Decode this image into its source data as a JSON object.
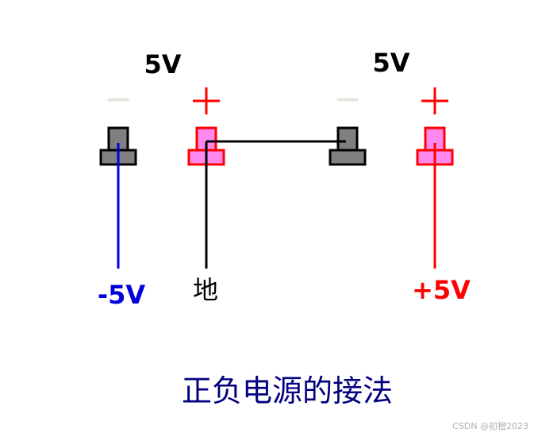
{
  "title": "正负电源的接法",
  "sources": [
    {
      "voltage": "5V"
    },
    {
      "voltage": "5V"
    }
  ],
  "terminals": {
    "minus_sign": "—",
    "plus_sign": "+"
  },
  "outputs": {
    "negative": "-5V",
    "ground": "地",
    "positive": "+5V"
  },
  "watermark": "CSDN @初橙2023",
  "colors": {
    "negative_wire": "#0000dd",
    "ground_wire": "#000000",
    "positive_wire": "#ff0000",
    "title": "#000080",
    "minus_terminal_fill": "#808080",
    "plus_terminal_fill": "#ff88ee",
    "minus_sign": "#e6e6df"
  }
}
